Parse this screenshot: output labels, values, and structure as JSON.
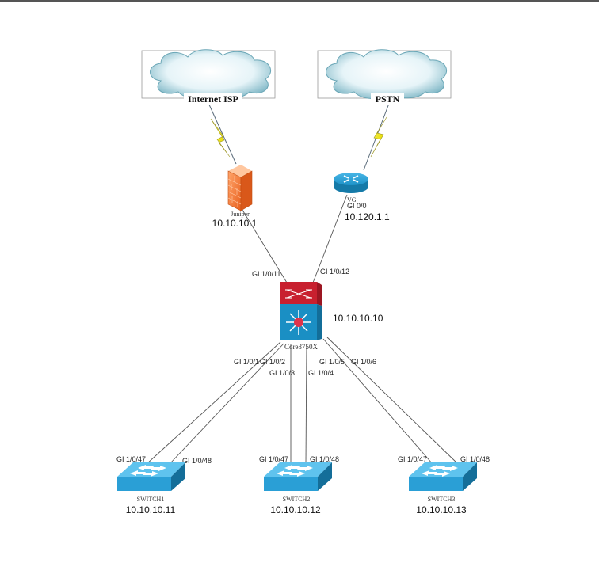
{
  "diagram": {
    "clouds": [
      {
        "id": "internet",
        "label": "Internet ISP"
      },
      {
        "id": "pstn",
        "label": "PSTN"
      }
    ],
    "firewall": {
      "name": "Juniper",
      "ip": "10.10.10.1"
    },
    "router": {
      "name": "VG",
      "port": "GI 0/0",
      "ip": "10.120.1.1"
    },
    "core": {
      "name": "Core3750X",
      "ip": "10.10.10.10",
      "uplink_ports": {
        "firewall": "GI 1/0/11",
        "router": "GI 1/0/12"
      },
      "downlink_ports": [
        "GI 1/0/1",
        "GI 1/0/2",
        "GI 1/0/3",
        "GI 1/0/4",
        "GI 1/0/5",
        "GI 1/0/6"
      ]
    },
    "switches": [
      {
        "name": "SWITCH1",
        "ip": "10.10.10.11",
        "port_a": "GI 1/0/47",
        "port_b": "GI 1/0/48"
      },
      {
        "name": "SWITCH2",
        "ip": "10.10.10.12",
        "port_a": "GI 1/0/47",
        "port_b": "GI 1/0/48"
      },
      {
        "name": "SWITCH3",
        "ip": "10.10.10.13",
        "port_a": "GI 1/0/47",
        "port_b": "GI 1/0/48"
      }
    ],
    "colors": {
      "firewall": "#f07a3a",
      "router": "#1a8fc4",
      "core_top": "#c8202f",
      "core_bottom": "#1a8fc4",
      "switch": "#2a9fd6",
      "lightning": "#f3e81a"
    }
  }
}
